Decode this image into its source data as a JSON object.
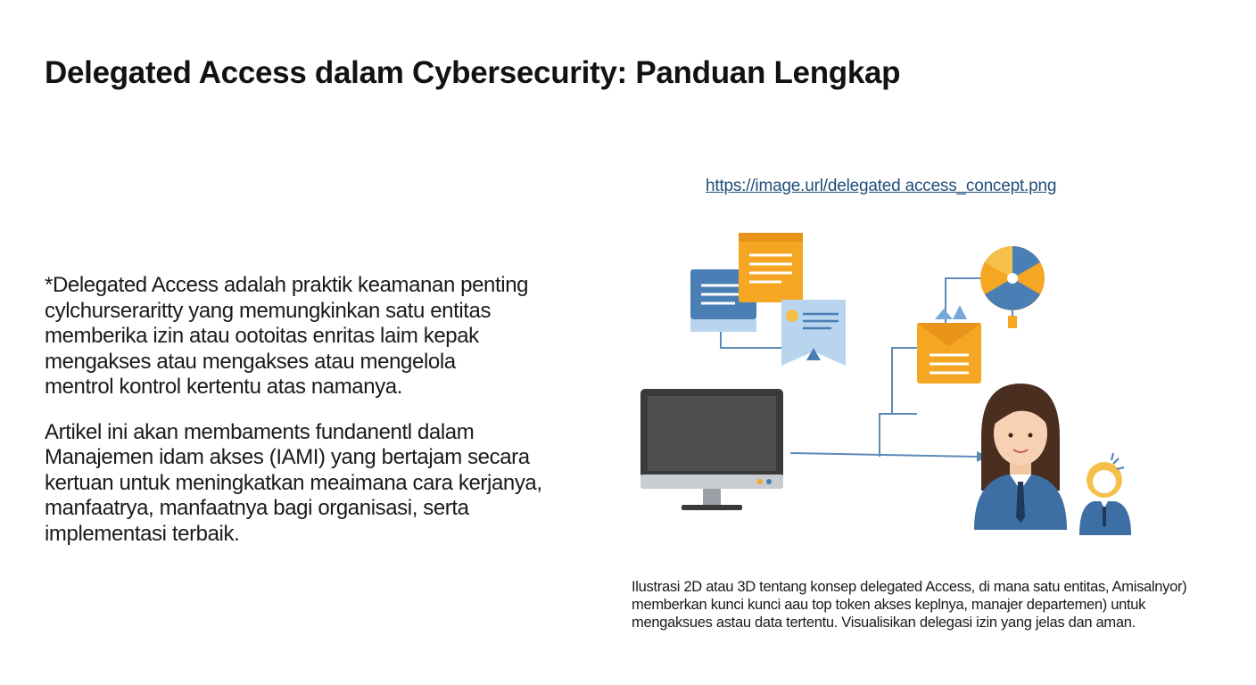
{
  "document": {
    "title": "Delegated Access dalam Cybersecurity: Panduan Lengkap",
    "paragraph1": [
      "*Delegated Access adalah praktik keamanan penting",
      "cylchurseraritty yang memungkinkan satu entitas",
      "memberika izin atau ootoitas enritas laim kepak",
      "mengakses atau mengakses atau mengelola",
      "mentrol kontrol kertentu atas namanya."
    ],
    "paragraph2": [
      "Artikel ini akan membaments fundanentl dalam",
      "Manajemen idam akses (IAMI) yang bertajam secara",
      "kertuan untuk meningkatkan meaimana cara kerjanya,",
      "manfaatrya, manfaatnya bagi organisasi, serta",
      "implementasi terbaik."
    ],
    "image_link": "https://image.url/delegated access_concept.png",
    "caption": [
      "Ilustrasi 2D atau 3D tentang konsep delegated Access, di mana satu entitas, Amisalnyor)",
      "memberkan kunci kunci aau top token akses keplnya, manajer departemen) untuk",
      "mengaksues astau data tertentu. Visualisikan delegasi izin yang jelas dan aman."
    ]
  },
  "colors": {
    "title": "#121212",
    "link": "#1f4e79",
    "doc_orange": "#f5a623",
    "doc_blue": "#4a7fb5",
    "doc_lightblue": "#b9d4ee",
    "line_blue": "#5b8bb8",
    "person_suit": "#3d6fa5"
  },
  "icons": [
    "chat-bubble-icon",
    "document-icon",
    "certificate-icon",
    "envelope-icon",
    "pie-chart-icon",
    "monitor-icon",
    "woman-avatar-icon",
    "man-avatar-icon"
  ]
}
